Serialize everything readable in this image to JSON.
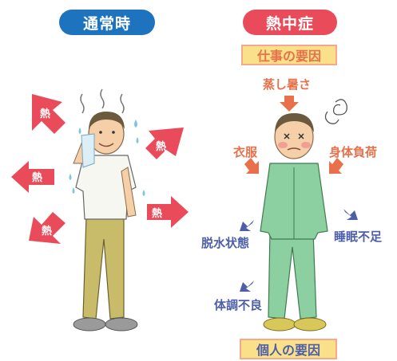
{
  "left_panel": {
    "title": "通常時",
    "heat_label": "熱",
    "title_color": "#1e73be",
    "heat_arrow_color": "#ea4b5a"
  },
  "right_panel": {
    "title": "熱中症",
    "title_color": "#ea4b5a",
    "work_factors": {
      "header": "仕事の要因",
      "items": [
        "蒸し暑さ",
        "衣服",
        "身体負荷"
      ],
      "color": "#e8704a"
    },
    "personal_factors": {
      "header": "個人の要因",
      "items": [
        "脱水状態",
        "睡眠不足",
        "体調不良"
      ],
      "color": "#4d5fa8"
    },
    "box_fill": "#fbe08a",
    "box_border": "#f5a98a"
  }
}
